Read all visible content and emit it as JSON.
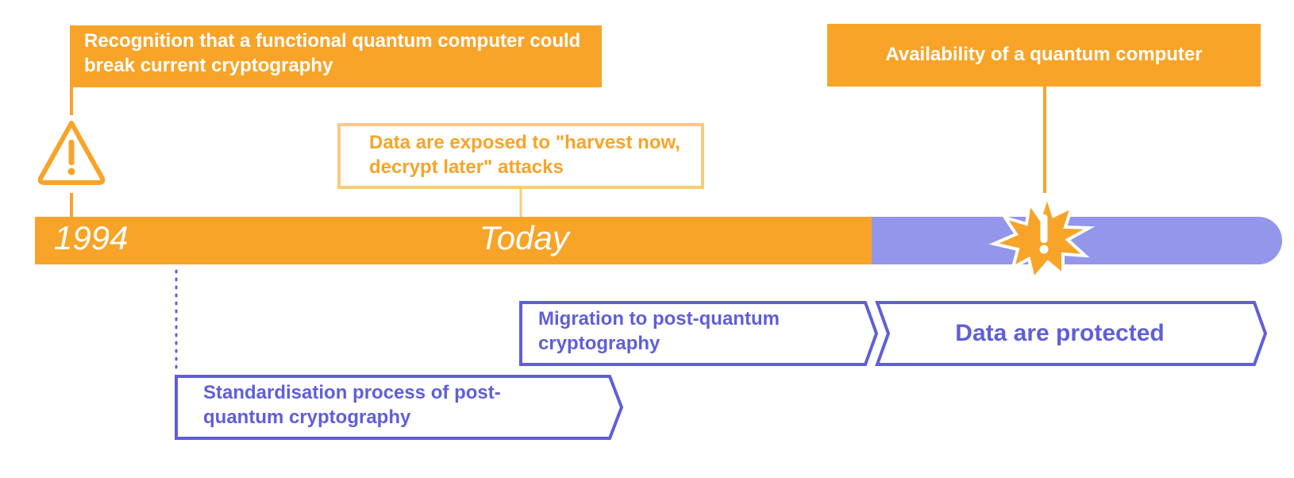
{
  "timeline": {
    "start_label": "1994",
    "today_label": "Today"
  },
  "events": {
    "recognition": "Recognition that a functional quantum computer could break current cryptography",
    "availability": "Availability of a quantum computer",
    "harvest": "Data are exposed to \"harvest now, decrypt later\" attacks"
  },
  "phases": {
    "standardisation": "Standardisation process of post-quantum cryptography",
    "migration": "Migration to post-quantum cryptography",
    "protected": "Data are protected"
  },
  "icons": {
    "start_icon": "warning-triangle-icon",
    "future_icon": "explosion-exclamation-icon"
  },
  "colors": {
    "orange": "#f7a428",
    "light_orange": "#fbc97f",
    "lavender": "#9396ea",
    "blue": "#5f5fd8"
  }
}
